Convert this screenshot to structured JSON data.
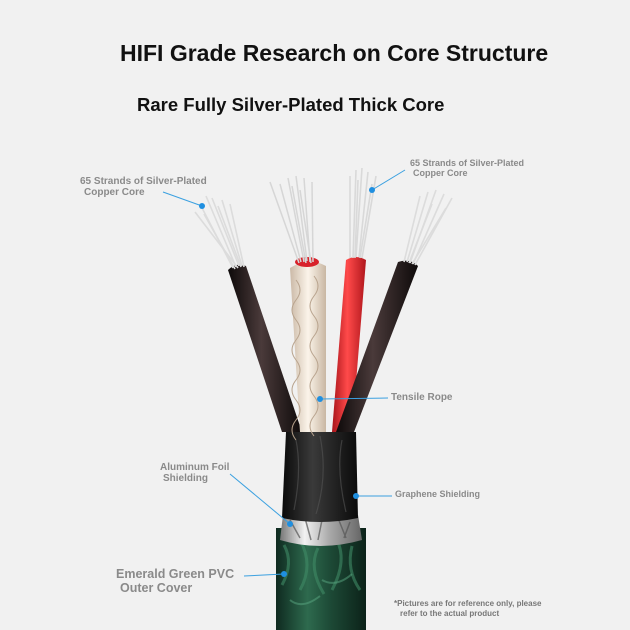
{
  "title": "HIFI Grade Research on Core Structure",
  "subtitle": "Rare Fully Silver-Plated Thick Core",
  "callouts": {
    "strands_left": {
      "line1": "65 Strands of Silver-Plated",
      "line2": "Copper Core"
    },
    "strands_right": {
      "line1": "65 Strands of Silver-Plated",
      "line2": "Copper Core"
    },
    "tensile_rope": "Tensile Rope",
    "aluminum_foil": {
      "line1": "Aluminum Foil",
      "line2": "Shielding"
    },
    "graphene": "Graphene Shielding",
    "pvc": {
      "line1": "Emerald Green PVC",
      "line2": "Outer Cover"
    }
  },
  "note": {
    "line1": "*Pictures are for reference only, please",
    "line2": "refer to the actual product"
  },
  "colors": {
    "background": "#f1f1f1",
    "callout_text": "#8a8a8a",
    "leader_line": "#3aa0e0",
    "outer_cover": "#1d4a36",
    "red_wire": "#d8222a",
    "black_wire": "#2a1f1f",
    "silver_strands": "#d6d6d6",
    "graphene": "#1b1b1b",
    "foil": "#c8c8c8"
  }
}
